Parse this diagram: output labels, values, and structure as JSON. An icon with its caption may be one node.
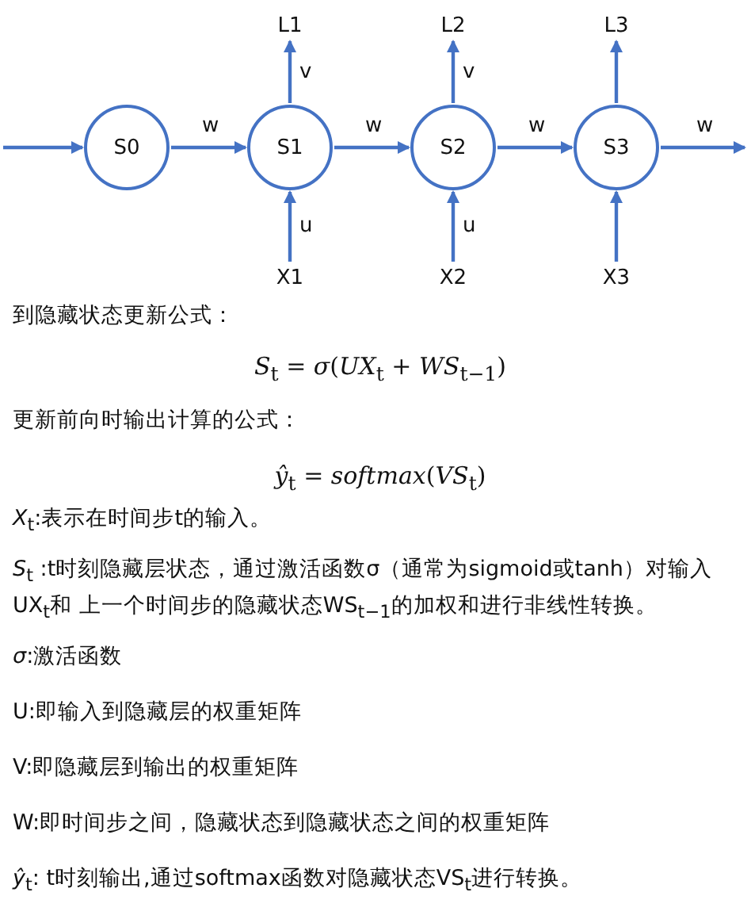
{
  "diagram": {
    "nodes": [
      {
        "text": [
          "S0"
        ]
      },
      {
        "text": [
          "S1"
        ]
      },
      {
        "text": [
          "S2"
        ]
      },
      {
        "text": [
          "S3"
        ]
      },
      {
        "text": [
          "L1"
        ]
      },
      {
        "text": [
          "L2"
        ]
      },
      {
        "text": [
          "L3"
        ]
      },
      {
        "text": [
          "X1"
        ]
      },
      {
        "text": [
          "X2"
        ]
      },
      {
        "text": [
          "X3"
        ]
      }
    ],
    "edges": [
      {
        "from": null,
        "to": 0,
        "arrow": "to"
      },
      {
        "from": 0,
        "to": 1,
        "arrow": "to",
        "label": "w"
      },
      {
        "from": 1,
        "to": 2,
        "arrow": "to",
        "label": "w"
      },
      {
        "from": 2,
        "to": 3,
        "arrow": "to",
        "label": "w"
      },
      {
        "from": 3,
        "to": null,
        "arrow": "to",
        "label": "w"
      },
      {
        "from": 1,
        "to": 4,
        "arrow": "to",
        "label": "v"
      },
      {
        "from": 2,
        "to": 5,
        "arrow": "to",
        "label": "v"
      },
      {
        "from": 3,
        "to": 6,
        "arrow": "to"
      },
      {
        "from": 7,
        "to": 1,
        "arrow": "to",
        "label": "u"
      },
      {
        "from": 8,
        "to": 2,
        "arrow": "to",
        "label": "u"
      },
      {
        "from": 9,
        "to": 3,
        "arrow": "to"
      }
    ],
    "labels": [
      "到隐藏状态更新公式：",
      "*S*$_{t}$ = *σ*(*UX*$_{t}$ + *WS*$_{t−1}$)",
      "更新前向时输出计算的公式：",
      "*ŷ*$_{t}$ = *softmax*(*VS*$_{t}$)",
      "*X*$_{t}$:表示在时间步t的输入。",
      "*S*$_{t}$ :t时刻隐藏层状态，通过激活函数σ（通常为sigmoid或tanh）对输入UX$_{t}$和 上一个时间步的隐藏状态WS$_{t−1}$的加权和进行非线性转换。",
      "*σ*:激活函数",
      "U:即输入到隐藏层的权重矩阵",
      "V:即隐藏层到输出的权重矩阵",
      "W:即时间步之间，隐藏状态到隐藏状态之间的权重矩阵",
      "*ŷ*$_{t}$: t时刻输出,通过softmax函数对隐藏状态VS$_{t}$进行转换。"
    ]
  }
}
